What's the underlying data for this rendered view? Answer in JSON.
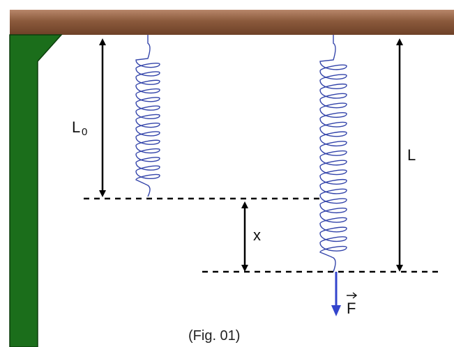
{
  "figure": {
    "caption": "(Fig. 01)",
    "labels": {
      "natural_length_main": "L",
      "natural_length_sub": "0",
      "stretched_length": "L",
      "elongation": "x",
      "force": "F"
    }
  },
  "colors": {
    "ceiling": "#8b5a3c",
    "ceiling_highlight": "#b7866a",
    "wall": "#1b6e1b",
    "wall_edge": "#0c3d0c",
    "spring": "#3344aa",
    "force_arrow": "#3344cc",
    "dimension_arrows": "#000000",
    "dashed_lines": "#000000"
  },
  "springs": [
    {
      "name": "relaxed-spring",
      "coils": 14
    },
    {
      "name": "stretched-spring",
      "coils": 20
    }
  ]
}
